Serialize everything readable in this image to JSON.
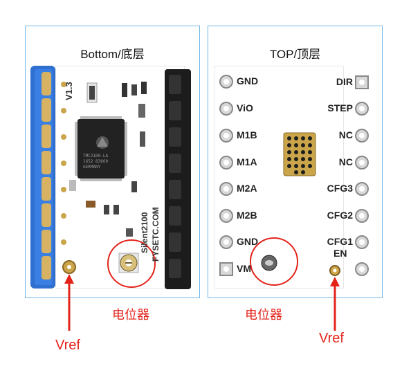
{
  "panels": {
    "bottom": {
      "title": "Bottom/底层"
    },
    "top": {
      "title": "TOP/顶层"
    }
  },
  "bottom_board": {
    "version": "V1.3",
    "chip_lines": [
      "TMC2100-LA",
      "1652 83660",
      "GERMANY"
    ],
    "silk_model": "Silent2100",
    "silk_brand": "FYSETC.COM"
  },
  "top_board": {
    "left_pins": [
      "GND",
      "ViO",
      "M1B",
      "M1A",
      "M2A",
      "M2B",
      "GND",
      "VM"
    ],
    "right_pins": [
      "DIR",
      "STEP",
      "NC",
      "NC",
      "CFG3",
      "CFG2",
      "CFG1"
    ],
    "en_label": "EN"
  },
  "annotations": {
    "pot_bottom": "电位器",
    "pot_top": "电位器",
    "vref_bottom": "Vref",
    "vref_top": "Vref"
  },
  "colors": {
    "panel_border": "#6fb6e6",
    "accent_red": "#e3231a",
    "header_blue": "#2f6fd0",
    "header_black": "#1c1c1c",
    "gold": "#caa54a"
  }
}
